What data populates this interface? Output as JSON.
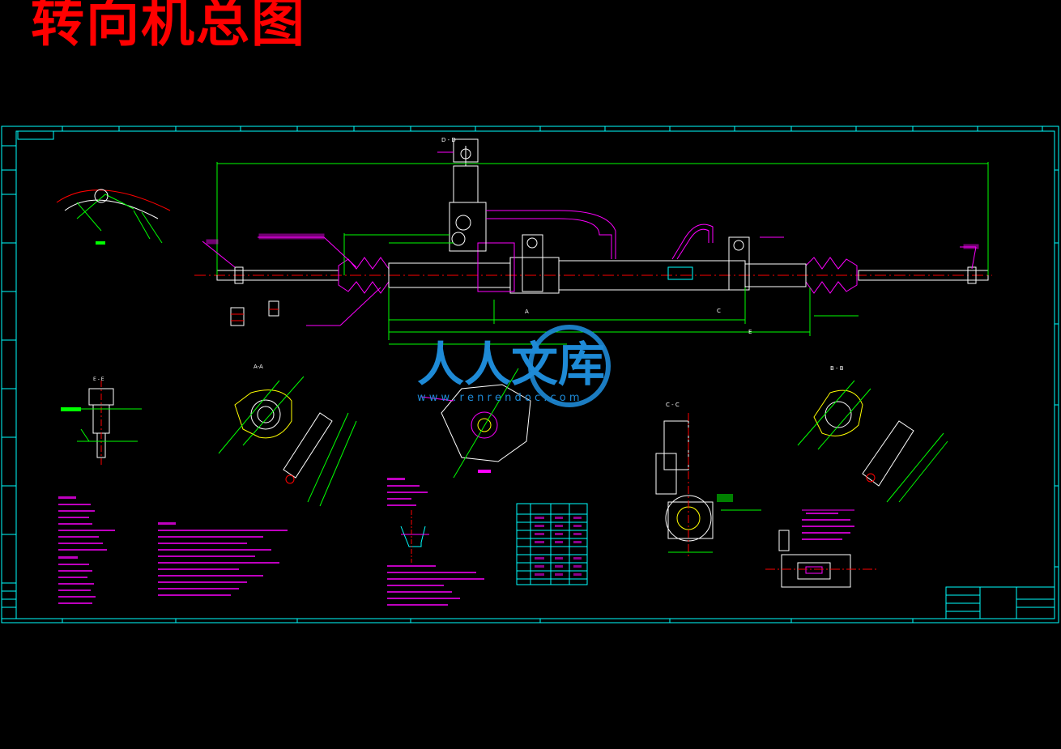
{
  "page": {
    "heading": "转向机总图"
  },
  "drawing": {
    "section_labels": {
      "d_d": "D - D",
      "a_a": "A-A",
      "b_b": "B - B",
      "c_c": "C - C",
      "e_e": "E - E"
    },
    "callouts": {
      "a": "A",
      "c": "C",
      "e": "E"
    },
    "colors": {
      "frame": "#00ffff",
      "geometry": "#ffffff",
      "dimension": "#00ff00",
      "annotation": "#ff00ff",
      "centerline": "#ff0000",
      "heading": "#ff0000",
      "hatch": "#ffff00"
    }
  },
  "watermark": {
    "logo_text": "人人文库",
    "url_text": "w w w . r e n r e n d o c . c o m",
    "color": "#1e8ad6"
  }
}
